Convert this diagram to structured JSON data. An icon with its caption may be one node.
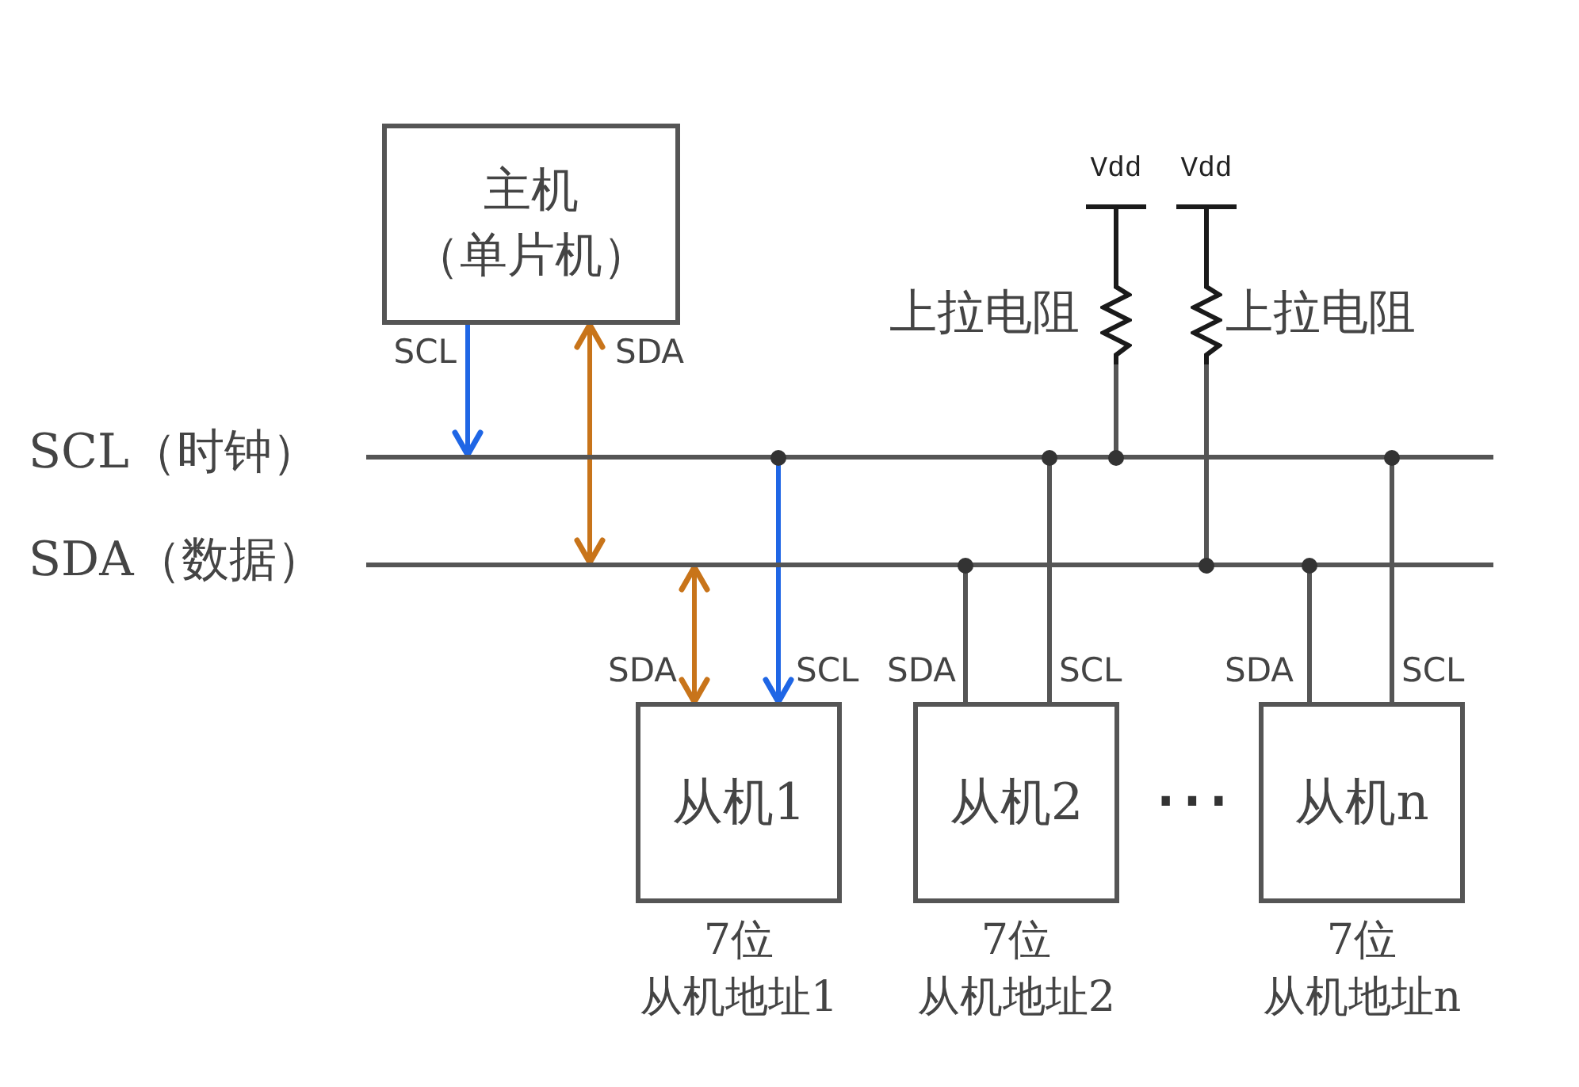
{
  "diagram": {
    "nodes": [
      {
        "text": [
          "主机",
          "（单片机）"
        ]
      },
      {
        "text": [
          "Vdd"
        ]
      },
      {
        "text": [
          "Vdd"
        ]
      },
      {
        "text": [],
        "shape": "resistor",
        "beside": [
          "上拉电阻"
        ]
      },
      {
        "text": [],
        "shape": "resistor",
        "beside": [
          "上拉电阻"
        ]
      },
      {
        "text": [],
        "shape": "line",
        "beside": [
          "SCL（时钟）"
        ]
      },
      {
        "text": [],
        "shape": "line",
        "beside": [
          "SDA（数据）"
        ]
      },
      {
        "text": [
          "从机1"
        ],
        "beside": [
          "7位",
          "从机地址1"
        ]
      },
      {
        "text": [
          "从机2"
        ],
        "beside": [
          "7位",
          "从机地址2"
        ]
      },
      {
        "text": [
          "从机n"
        ],
        "beside": [
          "7位",
          "从机地址n"
        ]
      }
    ],
    "edges": [
      {
        "from": 0,
        "to": 5,
        "arrow": "to",
        "label": "SCL",
        "color": "#1f66e5"
      },
      {
        "from": 0,
        "to": 6,
        "arrow": "both",
        "label": "SDA",
        "color": "#c8741a"
      },
      {
        "from": 1,
        "to": 3,
        "arrow": "none",
        "color": "#1a1a1a"
      },
      {
        "from": 2,
        "to": 4,
        "arrow": "none",
        "color": "#1a1a1a"
      },
      {
        "from": 3,
        "to": 5,
        "arrow": "none"
      },
      {
        "from": 4,
        "to": 6,
        "arrow": "none"
      },
      {
        "from": 6,
        "to": 7,
        "arrow": "both",
        "label": "SDA",
        "color": "#c8741a"
      },
      {
        "from": 5,
        "to": 7,
        "arrow": "to",
        "label": "SCL",
        "color": "#1f66e5"
      },
      {
        "from": 6,
        "to": 8,
        "arrow": "none",
        "label": "SDA"
      },
      {
        "from": 5,
        "to": 8,
        "arrow": "none",
        "label": "SCL"
      },
      {
        "from": 6,
        "to": 9,
        "arrow": "none",
        "label": "SDA"
      },
      {
        "from": 5,
        "to": 9,
        "arrow": "none",
        "label": "SCL"
      }
    ],
    "labels": [
      "⋯"
    ]
  }
}
